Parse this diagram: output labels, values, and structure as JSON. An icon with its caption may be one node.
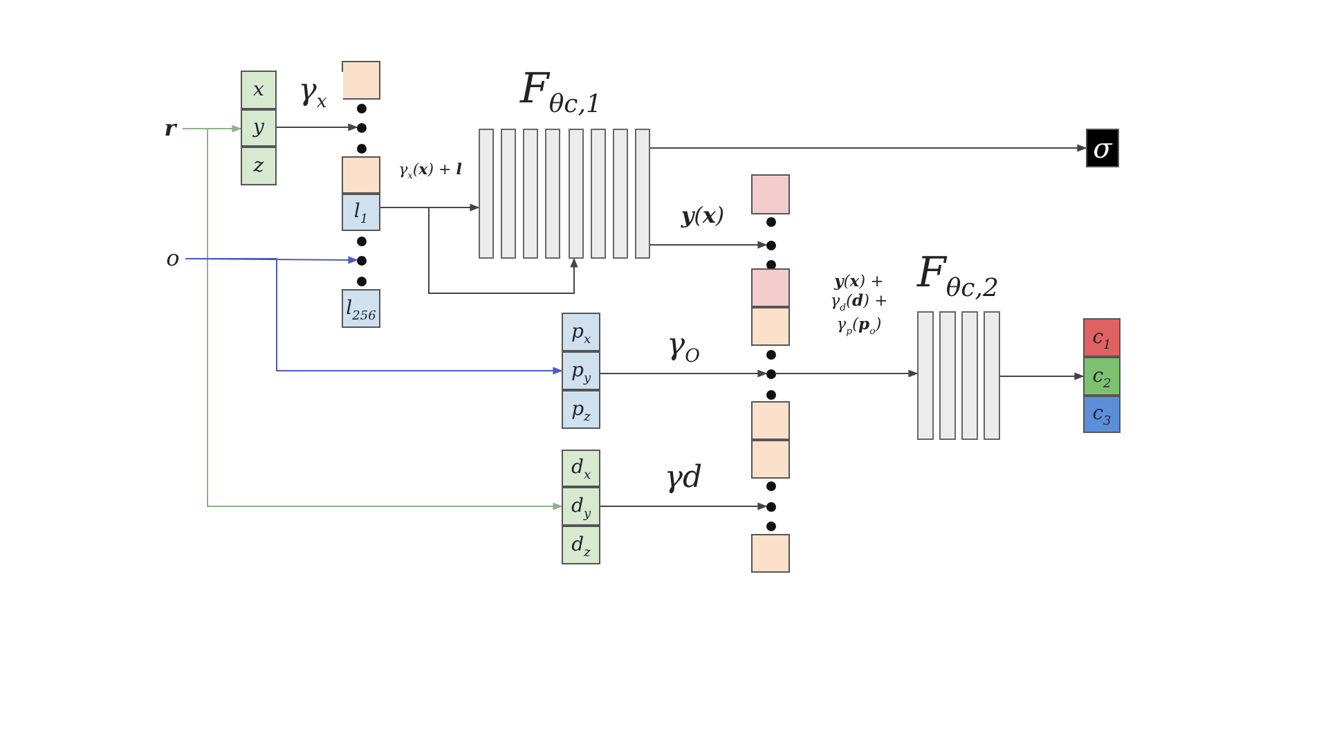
{
  "diagram": {
    "nodes": [
      {
        "text": [
          "**r**"
        ]
      },
      {
        "text": [
          "o"
        ]
      },
      {
        "text": [
          "x"
        ]
      },
      {
        "text": [
          "y"
        ]
      },
      {
        "text": [
          "z"
        ]
      },
      {
        "text": [],
        "shape": "box"
      },
      {
        "text": [],
        "shape": "circle"
      },
      {
        "text": [],
        "shape": "box"
      },
      {
        "text": [
          "l$_{1}$"
        ]
      },
      {
        "text": [],
        "shape": "circle"
      },
      {
        "text": [
          "l$_{256}$"
        ]
      },
      {
        "text": [
          "F$_{θc,1}$"
        ]
      },
      {
        "text": [
          "σ"
        ]
      },
      {
        "text": [],
        "shape": "box"
      },
      {
        "text": [],
        "shape": "circle"
      },
      {
        "text": [],
        "shape": "box"
      },
      {
        "text": [],
        "shape": "box"
      },
      {
        "text": [],
        "shape": "circle"
      },
      {
        "text": [
          "p$_{x}$"
        ]
      },
      {
        "text": [
          "p$_{y}$"
        ]
      },
      {
        "text": [
          "p$_{z}$"
        ]
      },
      {
        "text": [],
        "shape": "box"
      },
      {
        "text": [],
        "shape": "box"
      },
      {
        "text": [],
        "shape": "circle"
      },
      {
        "text": [
          "d$_{x}$"
        ]
      },
      {
        "text": [
          "d$_{y}$"
        ]
      },
      {
        "text": [
          "d$_{z}$"
        ]
      },
      {
        "text": [],
        "shape": "box"
      },
      {
        "text": [
          "F$_{θc,2}$"
        ]
      },
      {
        "text": [
          "c$_{1}$"
        ]
      },
      {
        "text": [
          "c$_{2}$"
        ]
      },
      {
        "text": [
          "c$_{3}$"
        ]
      }
    ],
    "edges": [
      {
        "from": 0,
        "to": 3,
        "arrow": "to",
        "color": "#8fb38a"
      },
      {
        "from": 0,
        "to": 25,
        "arrow": "to",
        "color": "#8fb38a"
      },
      {
        "from": 1,
        "to": 9,
        "arrow": "to",
        "color": "#4a5cc4"
      },
      {
        "from": 1,
        "to": 19,
        "arrow": "to",
        "color": "#4a5cc4"
      },
      {
        "from": 3,
        "to": 6,
        "arrow": "to",
        "label": "γ$_{x}$"
      },
      {
        "from": 8,
        "to": 11,
        "arrow": "to",
        "label": "γ$_{x}$(**x**) + **l**"
      },
      {
        "from": 8,
        "to": 11,
        "arrow": "to"
      },
      {
        "from": 11,
        "to": 12,
        "arrow": "to"
      },
      {
        "from": 11,
        "to": 14,
        "arrow": "to",
        "label": "**y**(**x**)"
      },
      {
        "from": 19,
        "to": 17,
        "arrow": "to",
        "label": "γ$_{O}$"
      },
      {
        "from": 25,
        "to": 23,
        "arrow": "to",
        "label": "γd"
      },
      {
        "from": 17,
        "to": 28,
        "arrow": "to",
        "label": "**y**(**x**) + γ$_{d}$(**d**) + γ$_{p}$(**p**$_{o}$)"
      },
      {
        "from": 28,
        "to": 30,
        "arrow": "to"
      }
    ]
  }
}
